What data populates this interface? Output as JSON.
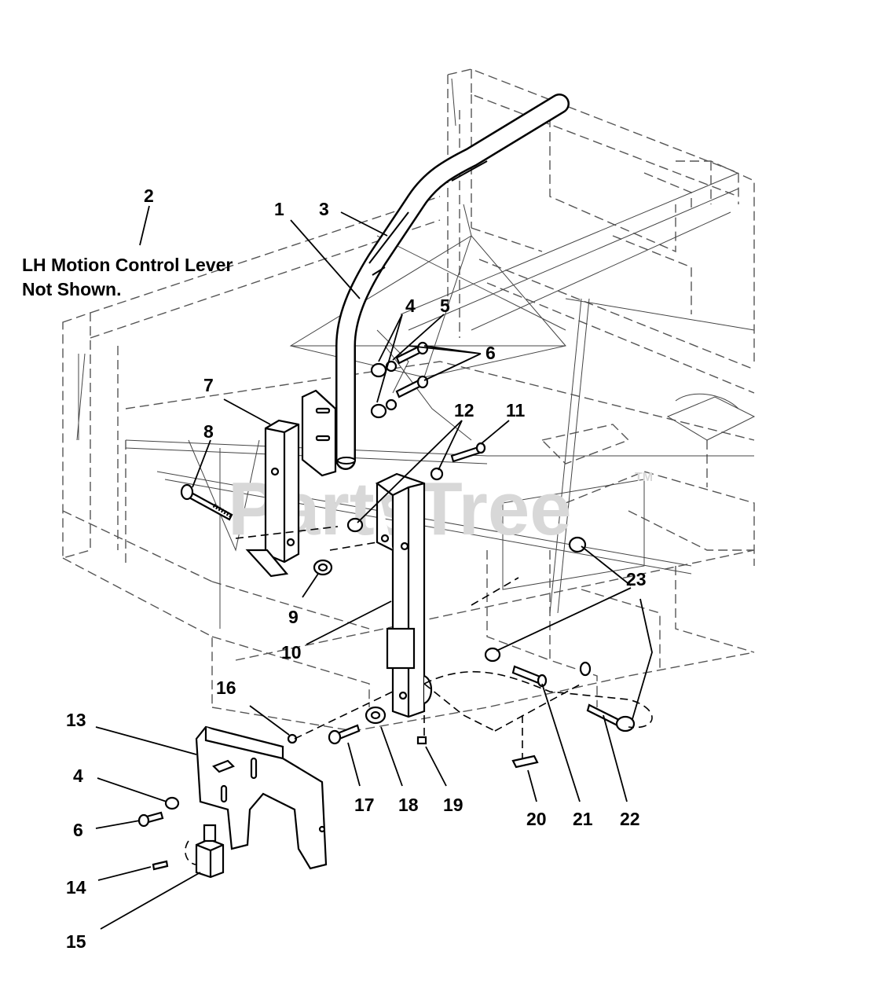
{
  "note": {
    "line1": "LH Motion Control Lever",
    "line2": "Not Shown."
  },
  "watermark": {
    "text": "PartsTree",
    "trademark": "TM"
  },
  "callouts": [
    {
      "id": "1",
      "text": "1"
    },
    {
      "id": "2",
      "text": "2"
    },
    {
      "id": "3",
      "text": "3"
    },
    {
      "id": "4a",
      "text": "4"
    },
    {
      "id": "5",
      "text": "5"
    },
    {
      "id": "6a",
      "text": "6"
    },
    {
      "id": "7",
      "text": "7"
    },
    {
      "id": "8",
      "text": "8"
    },
    {
      "id": "9",
      "text": "9"
    },
    {
      "id": "10",
      "text": "10"
    },
    {
      "id": "11",
      "text": "11"
    },
    {
      "id": "12",
      "text": "12"
    },
    {
      "id": "13",
      "text": "13"
    },
    {
      "id": "4b",
      "text": "4"
    },
    {
      "id": "6b",
      "text": "6"
    },
    {
      "id": "14",
      "text": "14"
    },
    {
      "id": "15",
      "text": "15"
    },
    {
      "id": "16",
      "text": "16"
    },
    {
      "id": "17",
      "text": "17"
    },
    {
      "id": "18",
      "text": "18"
    },
    {
      "id": "19",
      "text": "19"
    },
    {
      "id": "20",
      "text": "20"
    },
    {
      "id": "21",
      "text": "21"
    },
    {
      "id": "22",
      "text": "22"
    },
    {
      "id": "23",
      "text": "23"
    }
  ]
}
